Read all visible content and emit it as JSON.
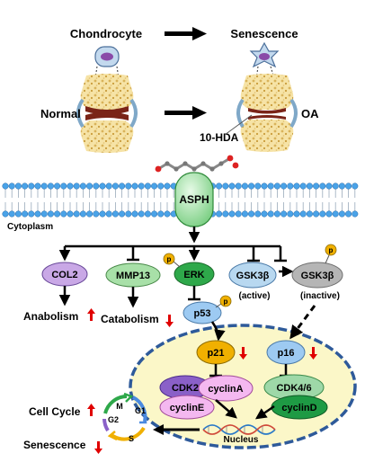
{
  "top": {
    "chondrocyte": "Chondrocyte",
    "senescence": "Senescence",
    "normal": "Normal",
    "oa": "OA",
    "drug": "10-HDA"
  },
  "membrane": {
    "receptor": "ASPH",
    "cytoplasm": "Cytoplasm"
  },
  "targets": {
    "col2": "COL2",
    "mmp13": "MMP13",
    "erk": "ERK",
    "gsk_active": "GSK3β",
    "gsk_active_state": "(active)",
    "gsk_inactive": "GSK3β",
    "gsk_inactive_state": "(inactive)",
    "p53": "p53",
    "phospho": "p"
  },
  "outcomes": {
    "anabolism": "Anabolism",
    "catabolism": "Catabolism",
    "cell_cycle": "Cell Cycle",
    "senescence": "Senescence"
  },
  "nucleus": {
    "label": "Nucleus",
    "p21": "p21",
    "p16": "p16",
    "cdk2": "CDK2",
    "cyclinA": "cyclinA",
    "cyclinE": "cyclinE",
    "cdk46": "CDK4/6",
    "cyclinD": "cyclinD"
  },
  "cycle": {
    "m": "M",
    "g1": "G1",
    "g2": "G2",
    "s": "S"
  },
  "colors": {
    "up_arrow": "#e00000",
    "down_arrow": "#e00000",
    "membrane_head": "#4aa3e8",
    "nucleus_fill": "#fbf7c8",
    "nucleus_border": "#2e5a9a",
    "cartilage": "#f2d790",
    "col2": "#c9a8e6",
    "mmp13": "#a8e0a8",
    "erk": "#2ea84a",
    "gsk": "#b8d8f0",
    "p53": "#9dcaf2",
    "p21": "#f0b000",
    "p16": "#9dcaf2",
    "cdk2": "#8a60c8",
    "cyclin_pink": "#f4b8f0",
    "cdk46": "#9ed8a8",
    "cyclinD": "#1e9a44"
  }
}
